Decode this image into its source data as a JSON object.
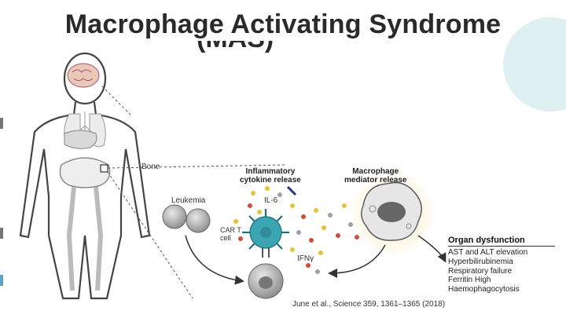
{
  "slide": {
    "title": "Macrophage Activating Syndrome",
    "title_line2": "(MAS)",
    "citation": "June et al., Science 359, 1361–1365 (2018)"
  },
  "figure": {
    "bone_label": "Bone",
    "leukemia_label": "Leukemia",
    "car_t_label": "CAR T\ncell",
    "inflammatory_title": "Inflammatory\ncytokine release",
    "macrophage_title": "Macrophage\nmediator release",
    "il6_label": "IL-6",
    "ifn_label": "IFNγ",
    "organ_dysfunction": {
      "title": "Organ dysfunction",
      "items": [
        "AST and ALT elevation",
        "Hyperbilirubinemia",
        "Respiratory failure",
        "Ferritin High",
        "Haemophagocytosis"
      ]
    }
  },
  "colors": {
    "title": "#2a2a2a",
    "accent_blob": "#dff0f3",
    "car_t": "#3aa6b4",
    "macrophage_glow": "#f6e6b0",
    "cytokine_dot_yellow": "#e6c43a",
    "cytokine_dot_red": "#d44b3a",
    "cytokine_dot_gray": "#9aa3ab"
  }
}
